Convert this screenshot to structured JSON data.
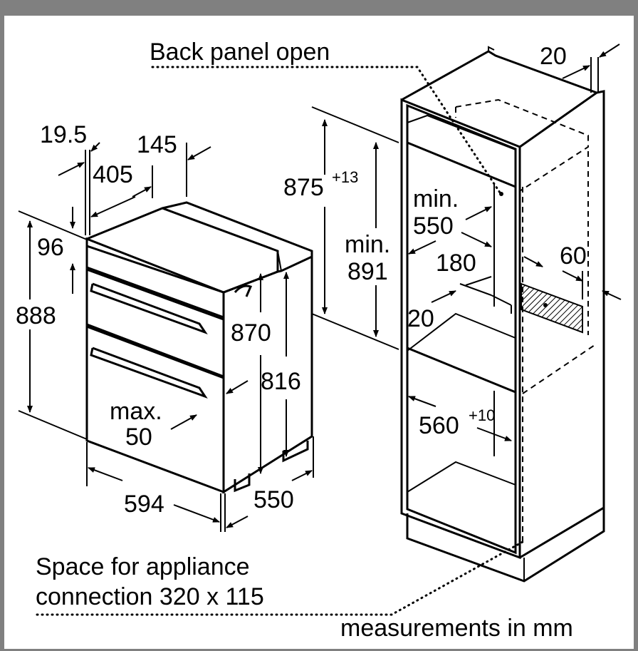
{
  "labels": {
    "back_panel": "Back panel open",
    "d20_top": "20",
    "d19_5": "19.5",
    "d145": "145",
    "d405": "405",
    "d875": "875",
    "d875_sup": "+13",
    "min1": "min.",
    "d550_min": "550",
    "min2": "min.",
    "d891": "891",
    "d96": "96",
    "d888": "888",
    "d180": "180",
    "d60": "60",
    "d870": "870",
    "d20_mid": "20",
    "d816": "816",
    "max": "max.",
    "d50": "50",
    "d560": "560",
    "d560_sup": "+10",
    "d594": "594",
    "d550_bottom": "550",
    "space_line1": "Space for appliance",
    "space_line2": "connection 320 x 115",
    "units": "measurements in mm"
  },
  "colors": {
    "frame": "#808080",
    "background": "#ffffff",
    "line": "#000000"
  }
}
